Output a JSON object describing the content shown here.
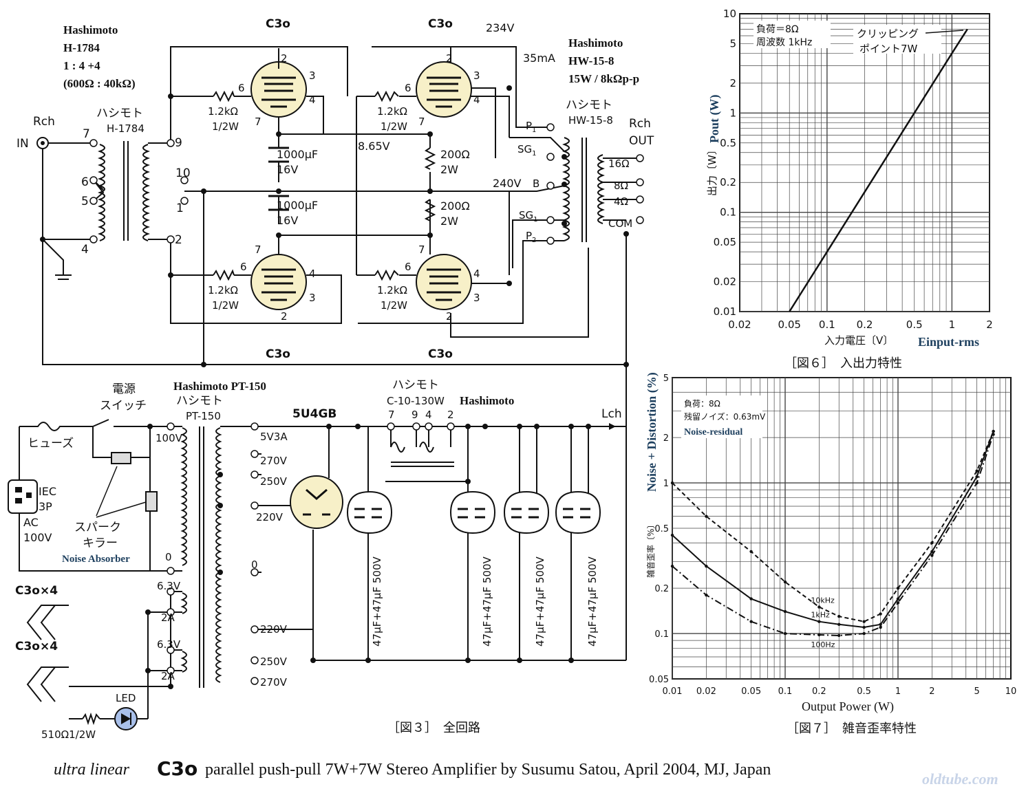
{
  "schematic": {
    "tube_top_left": "C3o",
    "tube_top_right": "C3o",
    "tube_bottom_left": "C3o",
    "tube_bottom_right": "C3o",
    "input_trans_brand": "Hashimoto",
    "input_trans_model": "H-1784",
    "input_trans_ratio": "1 : 4 +4",
    "input_trans_imp": "(600Ω : 40kΩ)",
    "input_trans_jp": "ハシモト",
    "input_trans_jp_model": "H-1784",
    "rch_in": "Rch",
    "in_label": "IN",
    "pin7": "7",
    "pin6": "6",
    "pin5": "5",
    "pin4": "4",
    "pin9": "9",
    "pin10": "10",
    "pin1": "1",
    "pin2": "2",
    "r_top_left": "1.2kΩ",
    "r_top_left_w": "1/2W",
    "r_top_right": "1.2kΩ",
    "r_top_right_w": "1/2W",
    "r_bot_left": "1.2kΩ",
    "r_bot_left_w": "1/2W",
    "r_bot_right": "1.2kΩ",
    "r_bot_right_w": "1/2W",
    "cap_top": "1000μF",
    "cap_top_v": "16V",
    "cap_bot": "1000μF",
    "cap_bot_v": "16V",
    "v_cathode": "8.65V",
    "r200_top": "200Ω",
    "r200_top_w": "2W",
    "r200_bot": "200Ω",
    "r200_bot_w": "2W",
    "v_234": "234V",
    "i_35": "35mA",
    "v_240": "240V",
    "out_trans_brand": "Hashimoto",
    "out_trans_model": "HW-15-8",
    "out_trans_spec": "15W / 8kΩp-p",
    "out_trans_jp": "ハシモト",
    "out_trans_jp_model": "HW-15-8",
    "p1": "P",
    "p1s": "1",
    "sg1": "SG",
    "sg1s": "1",
    "b": "B",
    "sg2": "SG",
    "sg2s": "1",
    "p2": "P",
    "p2s": "2",
    "rch_out": "Rch",
    "out_label": "OUT",
    "tap16": "16Ω",
    "tap8": "8Ω",
    "tap4": "4Ω",
    "com": "COM",
    "tube_pin_2": "2",
    "tube_pin_3": "3",
    "tube_pin_4": "4",
    "tube_pin_6": "6",
    "tube_pin_7": "7",
    "power_switch_jp1": "電源",
    "power_switch_jp2": "スイッチ",
    "fuse_jp": "ヒューズ",
    "iec": "IEC",
    "iec_3p": "3P",
    "ac": "AC",
    "ac_v": "100V",
    "spark_jp1": "スパーク",
    "spark_jp2": "キラー",
    "noise_absorber": "Noise Absorber",
    "pt_brand": "Hashimoto  PT-150",
    "pt_jp": "ハシモト",
    "pt_model": "PT-150",
    "pt_100v": "100V",
    "pt_0": "0",
    "pt_5v3a": "5V3A",
    "pt_270a": "270V",
    "pt_250a": "250V",
    "pt_220a": "220V",
    "pt_0b": "0",
    "pt_220b": "220V",
    "pt_250b": "250V",
    "pt_270b": "270V",
    "heater1_label": "C3o×4",
    "heater1_v": "6.3V",
    "heater1_a": "2A",
    "heater2_label": "C3o×4",
    "heater2_v": "6.3V",
    "heater2_a": "2A",
    "led": "LED",
    "led_r": "510Ω1/2W",
    "rect": "5U4GB",
    "choke_jp": "ハシモト",
    "choke_model": "C-10-130W",
    "choke_brand": "Hashimoto",
    "choke_pins": [
      "7",
      "9",
      "4",
      "2"
    ],
    "lch": "Lch",
    "filt_caps": [
      "47μF+47μF 500V",
      "47μF+47μF 500V",
      "47μF+47μF 500V",
      "47μF+47μF 500V"
    ],
    "fig3_caption": "［図３］　全回路"
  },
  "chart_data": [
    {
      "type": "line",
      "caption": "［図６］　入出力特性",
      "xlabel": "入力電圧〔V〕",
      "xlabel_en": "Einput-rms",
      "ylabel": "出力〔W〕",
      "ylabel_en": "Pout (W)",
      "x_scale": "log",
      "y_scale": "log",
      "xlim": [
        0.02,
        2
      ],
      "ylim": [
        0.01,
        10
      ],
      "x_ticks": [
        "0.02",
        "0.05",
        "0.1",
        "0.2",
        "0.5",
        "1",
        "2"
      ],
      "x_tick_vals": [
        0.02,
        0.05,
        0.1,
        0.2,
        0.5,
        1,
        2
      ],
      "y_ticks": [
        "10",
        "5",
        "2",
        "1",
        "0.5",
        "0.2",
        "0.1",
        "0.05",
        "0.02",
        "0.01"
      ],
      "y_tick_vals": [
        10,
        5,
        2,
        1,
        0.5,
        0.2,
        0.1,
        0.05,
        0.02,
        0.01
      ],
      "note1": "負荷＝8Ω",
      "note2": "周波数 1kHz",
      "annotation1": "クリッピング",
      "annotation2": "ポイント7W",
      "grid": true,
      "series": [
        {
          "x": [
            0.05,
            0.1,
            0.2,
            0.5,
            1.0,
            1.33
          ],
          "y": [
            0.01,
            0.04,
            0.16,
            1.0,
            4.0,
            7.0
          ]
        }
      ]
    },
    {
      "type": "line",
      "caption": "［図７］　雑音歪率特性",
      "xlabel": "Output  Power  (W)",
      "ylabel": "雑音歪率〔%〕",
      "ylabel_en": "Noise + Distortion (%)",
      "x_scale": "log",
      "y_scale": "log",
      "xlim": [
        0.01,
        10
      ],
      "ylim": [
        0.05,
        5
      ],
      "x_ticks": [
        "0.01",
        "0.02",
        "0.05",
        "0.1",
        "0.2",
        "0.5",
        "1",
        "2",
        "5",
        "10"
      ],
      "x_tick_vals": [
        0.01,
        0.02,
        0.05,
        0.1,
        0.2,
        0.5,
        1,
        2,
        5,
        10
      ],
      "y_ticks": [
        "5",
        "2",
        "1",
        "0.5",
        "0.2",
        "0.1",
        "0.05"
      ],
      "y_tick_vals": [
        5,
        2,
        1,
        0.5,
        0.2,
        0.1,
        0.05
      ],
      "note1": "負荷：8Ω",
      "note2": "残留ノイズ：0.63mV",
      "note3": "Noise-residual",
      "grid": true,
      "series": [
        {
          "name": "10kHz",
          "style": "dashed",
          "x": [
            0.01,
            0.02,
            0.05,
            0.1,
            0.2,
            0.3,
            0.5,
            0.7,
            1,
            2,
            5,
            7
          ],
          "y": [
            1.0,
            0.6,
            0.35,
            0.22,
            0.15,
            0.13,
            0.12,
            0.135,
            0.2,
            0.4,
            1.2,
            2.2
          ]
        },
        {
          "name": "1kHz",
          "style": "solid",
          "x": [
            0.01,
            0.02,
            0.05,
            0.1,
            0.2,
            0.3,
            0.5,
            0.7,
            1,
            2,
            5,
            7
          ],
          "y": [
            0.45,
            0.28,
            0.17,
            0.14,
            0.12,
            0.115,
            0.11,
            0.115,
            0.17,
            0.35,
            1.1,
            2.2
          ]
        },
        {
          "name": "100Hz",
          "style": "dashdot",
          "x": [
            0.01,
            0.02,
            0.05,
            0.1,
            0.2,
            0.3,
            0.5,
            0.7,
            1,
            2,
            5,
            7
          ],
          "y": [
            0.28,
            0.18,
            0.12,
            0.1,
            0.098,
            0.097,
            0.1,
            0.11,
            0.16,
            0.33,
            1.0,
            2.1
          ]
        }
      ]
    }
  ],
  "footer": {
    "prefix": "ultra linear",
    "tube": "C3o",
    "rest": "parallel push-pull 7W+7W Stereo Amplifier by Susumu Satou, April 2004, MJ, Japan",
    "watermark": "oldtube.com"
  }
}
